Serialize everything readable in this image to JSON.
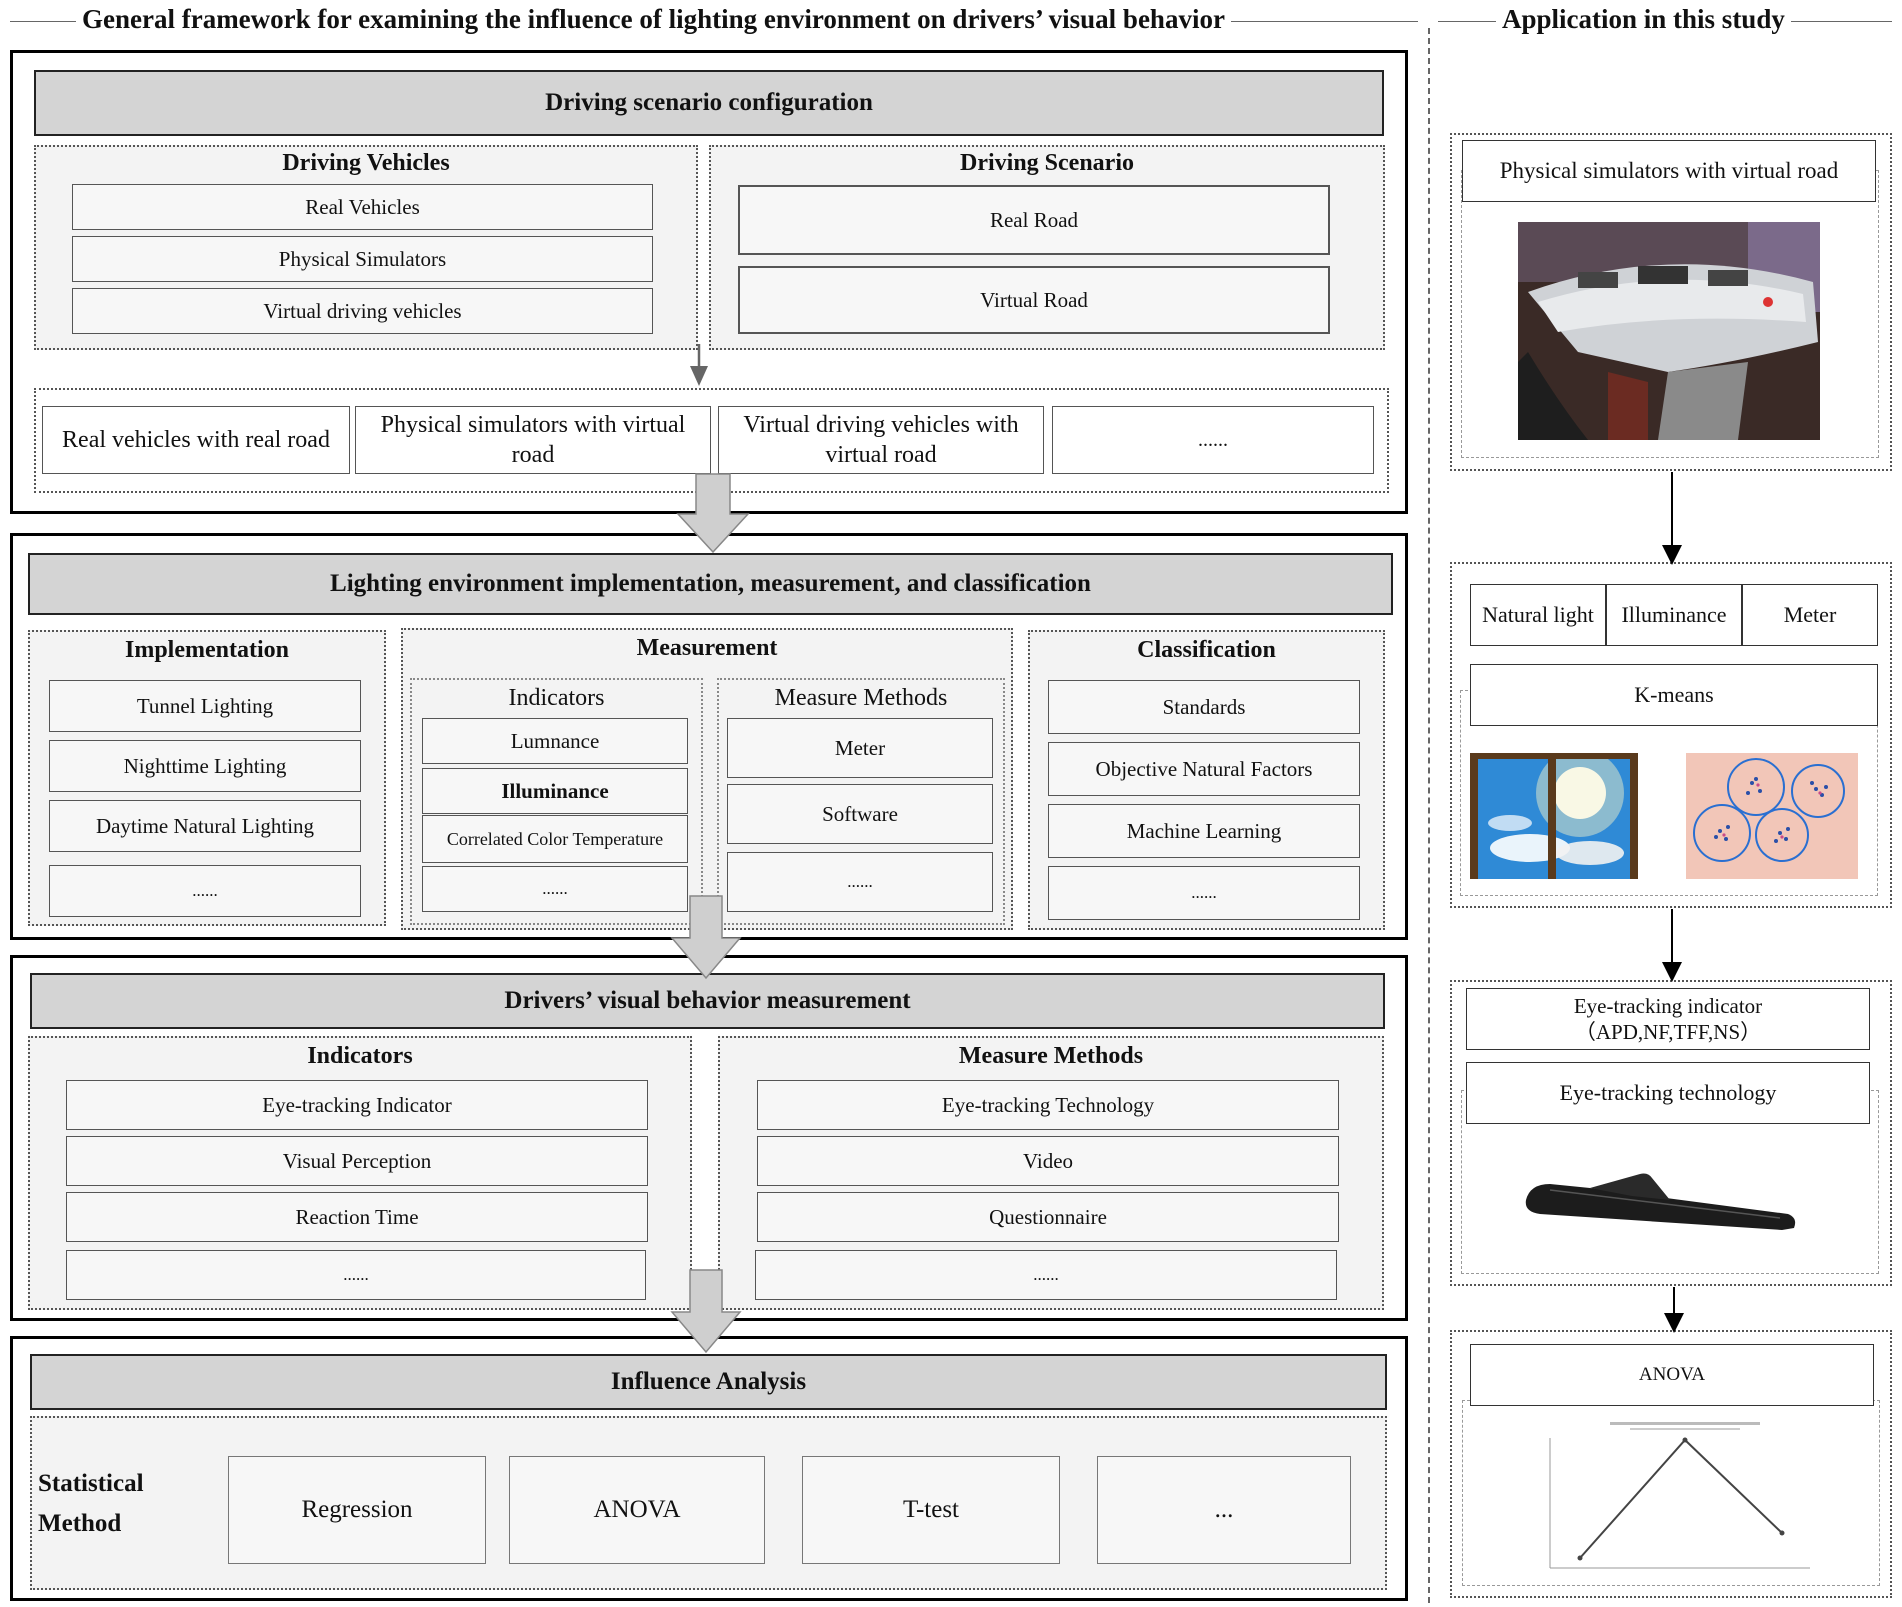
{
  "left_title": "General framework for examining the influence of lighting environment on drivers’  visual behavior",
  "right_title": "Application in this study",
  "section1": {
    "header": "Driving scenario configuration",
    "vehicles": {
      "title": "Driving Vehicles",
      "items": [
        "Real Vehicles",
        "Physical Simulators",
        "Virtual driving vehicles"
      ]
    },
    "scenario": {
      "title": "Driving Scenario",
      "items": [
        "Real Road",
        "Virtual Road"
      ]
    },
    "combos": [
      "Real vehicles with real road",
      "Physical simulators with virtual road",
      "Virtual driving vehicles with virtual road",
      "......"
    ]
  },
  "section2": {
    "header": "Lighting environment implementation, measurement, and classification",
    "implementation": {
      "title": "Implementation",
      "items": [
        "Tunnel Lighting",
        "Nighttime Lighting",
        "Daytime Natural Lighting",
        "......"
      ]
    },
    "measurement": {
      "title": "Measurement",
      "indicators_title": "Indicators",
      "indicators": [
        "Lumnance",
        "Illuminance",
        "Correlated Color Temperature",
        "......"
      ],
      "methods_title": "Measure Methods",
      "methods": [
        "Meter",
        "Software",
        "......"
      ]
    },
    "classification": {
      "title": "Classification",
      "items": [
        "Standards",
        "Objective Natural Factors",
        "Machine Learning",
        "......"
      ]
    }
  },
  "section3": {
    "header": "Drivers’  visual behavior measurement",
    "indicators": {
      "title": "Indicators",
      "items": [
        "Eye-tracking Indicator",
        "Visual Perception",
        "Reaction Time",
        "......"
      ]
    },
    "methods": {
      "title": "Measure Methods",
      "items": [
        "Eye-tracking Technology",
        "Video",
        "Questionnaire",
        "......"
      ]
    }
  },
  "section4": {
    "header": "Influence Analysis",
    "label": "Statistical Method",
    "items": [
      "Regression",
      "ANOVA",
      "T-test",
      "..."
    ]
  },
  "right": {
    "box1": "Physical simulators with virtual road",
    "box2_cells": [
      "Natural light",
      "Illuminance",
      "Meter"
    ],
    "box2_method": "K-means",
    "box3_indicator": "Eye-tracking indicator （APD,NF,TFF,NS）",
    "box3_tech": "Eye-tracking technology",
    "box4": "ANOVA"
  },
  "colors": {
    "header_fill": "#d4d4d4",
    "arrow_fill": "#cfcfcf",
    "sky_blue": "#2f8ad6",
    "cluster_bg": "#f2c6b8",
    "cluster_blue": "#2a6fd1"
  }
}
